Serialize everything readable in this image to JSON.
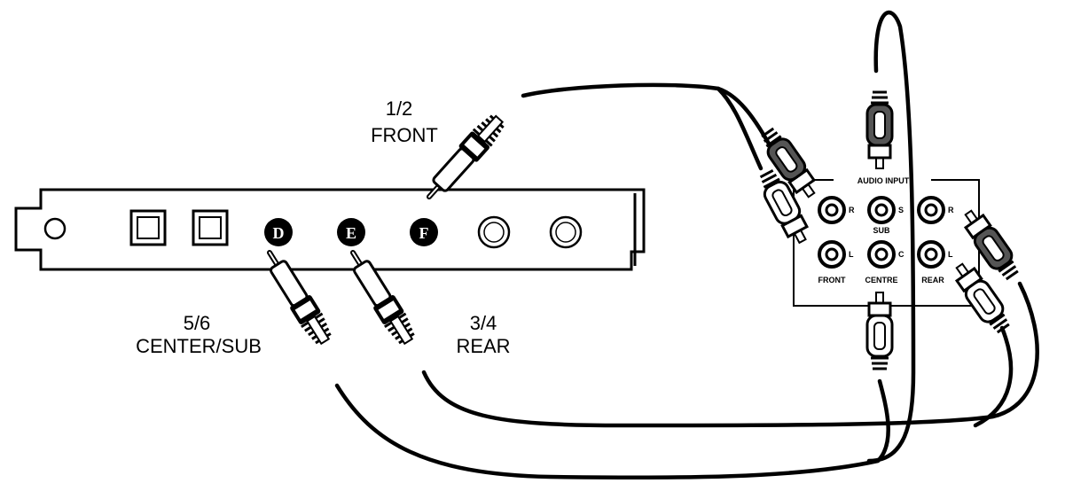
{
  "card": {
    "jacks": [
      "D",
      "E",
      "F"
    ]
  },
  "cable_labels": {
    "front": [
      "1/2",
      "FRONT"
    ],
    "center_sub": [
      "5/6",
      "CENTER/SUB"
    ],
    "rear": [
      "3/4",
      "REAR"
    ]
  },
  "speaker_box": {
    "title": "AUDIO INPUT",
    "jack_labels": {
      "front_r": "R",
      "sub": "S",
      "rear_r": "R",
      "front_l": "L",
      "centre": "C",
      "rear_l": "L"
    },
    "group_labels": {
      "sub": "SUB",
      "front": "FRONT",
      "centre": "CENTRE",
      "rear": "REAR"
    }
  }
}
